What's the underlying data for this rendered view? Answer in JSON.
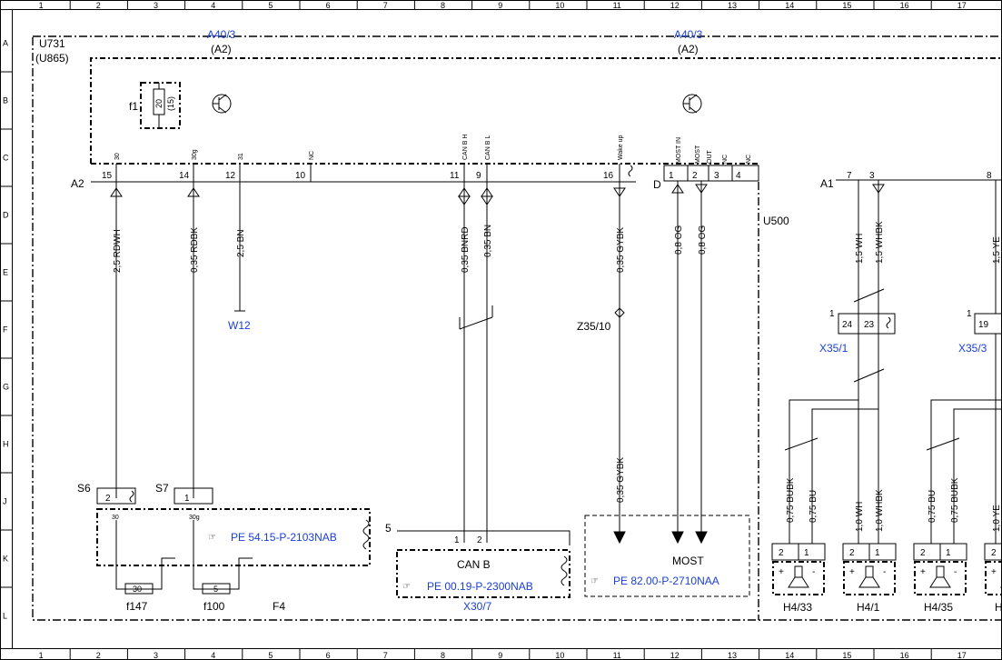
{
  "grid": {
    "columns": [
      "1",
      "2",
      "3",
      "4",
      "5",
      "6",
      "7",
      "8",
      "9",
      "10",
      "11",
      "12",
      "13",
      "14",
      "15",
      "16",
      "17"
    ],
    "rows": [
      "A",
      "B",
      "C",
      "D",
      "E",
      "F",
      "G",
      "H",
      "J",
      "K",
      "L"
    ]
  },
  "frame": {
    "u731": "U731",
    "u865": "(U865)",
    "u500": "U500",
    "a40_left": "A40/3",
    "a2_left": "(A2)",
    "a40_right": "A40/3",
    "a2_right": "(A2)",
    "a2_conn": "A2",
    "d_conn": "D",
    "a1_conn": "A1",
    "f1": "f1",
    "f1_pins": "20",
    "f1_note": "(15)"
  },
  "pins": {
    "p15": "15",
    "p14": "14",
    "p12": "12",
    "p10": "10",
    "p11": "11",
    "p9": "9",
    "p16": "16",
    "d1": "1",
    "d2": "2",
    "d3": "3",
    "d4": "4",
    "a1_7": "7",
    "a1_3": "3",
    "a1_8": "8"
  },
  "signals": {
    "s30": "30",
    "s30g": "30g",
    "s31": "31",
    "snc": "NC",
    "canh": "CAN B H",
    "canl": "CAN B L",
    "wake": "Wake up",
    "mostin": "MOST IN",
    "most": "MOST",
    "out": "OUT",
    "nc1": "NC",
    "nc2": "NC"
  },
  "wires": {
    "w1": "2,5 RDWH",
    "w2": "0,35 RDBK",
    "w3": "2,5 BN",
    "w4": "0,35 BNRD",
    "w5": "0,35 BN",
    "w6": "0,35 GYBK",
    "w6b": "0,35 GYBK",
    "w7": "0,8 OG",
    "w8": "0,8 OG",
    "w9": "1,5 WH",
    "w10": "1,5 WHBK",
    "w11": "1,5 YE",
    "w12": "0,75 BUBK",
    "w13": "0,75 BU",
    "w14": "1,0 WH",
    "w15": "1,0 WHBK",
    "w16": "0,75 BU",
    "w17": "0,75 BUBK",
    "w18": "1,0 YE"
  },
  "components": {
    "w12": "W12",
    "z35": "Z35/10",
    "x35_1": "X35/1",
    "x35_3": "X35/3",
    "x35_1_num": "1",
    "x35_3_num": "1",
    "x35_1_p24": "24",
    "x35_1_p23": "23",
    "x35_3_p19": "19",
    "s6": "S6",
    "s7": "S7",
    "s6_pin": "2",
    "s7_pin": "1",
    "f4_30": "30",
    "f4_30g": "30g",
    "f4_ref": "PE 54.15-P-2103NAB",
    "f147": "f147",
    "f100": "f100",
    "f147_val": "30",
    "f100_val": "5",
    "f4": "F4",
    "x30_num": "5",
    "x30_p1": "1",
    "x30_p2": "2",
    "canb": "CAN B",
    "x30_ref": "PE 00.19-P-2300NAB",
    "x30": "X30/7",
    "most_label": "MOST",
    "most_ref": "PE 82.00-P-2710NAA",
    "h433": "H4/33",
    "h41": "H4/1",
    "h435": "H4/35",
    "h4x": "H",
    "sp2": "2",
    "sp1": "1",
    "plus": "+",
    "minus": "-"
  }
}
